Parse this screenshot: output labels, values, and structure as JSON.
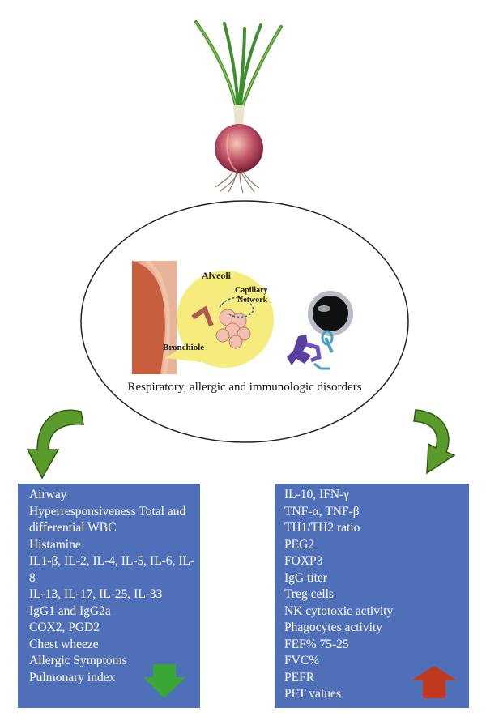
{
  "ellipse": {
    "caption": "Respiratory, allergic and immunologic disorders",
    "lung_labels": {
      "alveoli": "Alveoli",
      "capillary": "Capillary",
      "network": "Network",
      "bronchiole": "Bronchiole"
    }
  },
  "left_box": {
    "direction": "decrease",
    "items": [
      "Airway",
      "Hyperresponsiveness Total and differential WBC",
      "Histamine",
      "IL1-β, IL-2, IL-4, IL-5, IL-6, IL-8",
      "IL-13, IL-17, IL-25, IL-33",
      "IgG1 and IgG2a",
      "COX2, PGD2",
      "Chest wheeze",
      "Allergic Symptoms",
      "Pulmonary index"
    ]
  },
  "right_box": {
    "direction": "increase",
    "items": [
      "IL-10, IFN-γ",
      "TNF-α, TNF-β",
      "TH1/TH2 ratio",
      "PEG2",
      "FOXP3",
      "IgG titer",
      "Treg cells",
      "NK cytotoxic activity",
      "Phagocytes activity",
      "FEF% 75-25",
      "FVC%",
      "PEFR",
      "PFT values"
    ]
  },
  "colors": {
    "box_fill": "#4f6fb8",
    "arrow_down": "#3aa636",
    "arrow_up": "#c0391e",
    "curved_arrow": "#5a9a2a"
  },
  "icons": [
    "onion-icon",
    "lung-diagram-icon",
    "immune-cell-icon",
    "down-arrow-icon",
    "up-arrow-icon",
    "curved-arrow-left-icon",
    "curved-arrow-right-icon"
  ]
}
